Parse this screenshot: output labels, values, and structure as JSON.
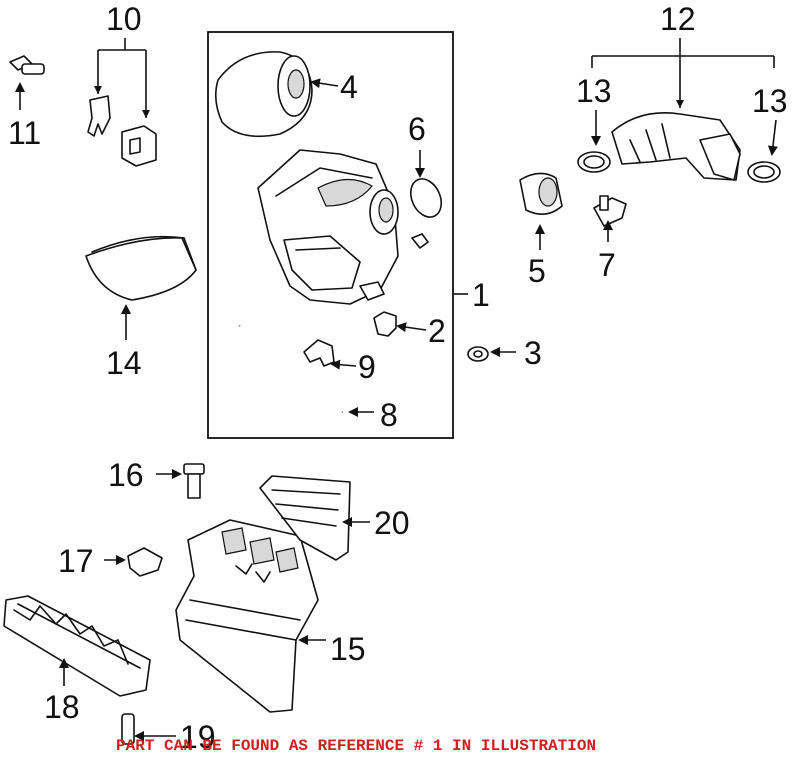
{
  "callouts": [
    "1",
    "2",
    "3",
    "4",
    "5",
    "6",
    "7",
    "8",
    "9",
    "10",
    "11",
    "12",
    "13",
    "13",
    "14",
    "15",
    "16",
    "17",
    "18",
    "19",
    "20"
  ],
  "notice": "PART CAN BE FOUND AS REFERENCE # 1 IN ILLUSTRATION",
  "colors": {
    "notice": "#d01f1f",
    "line": "#111111"
  }
}
